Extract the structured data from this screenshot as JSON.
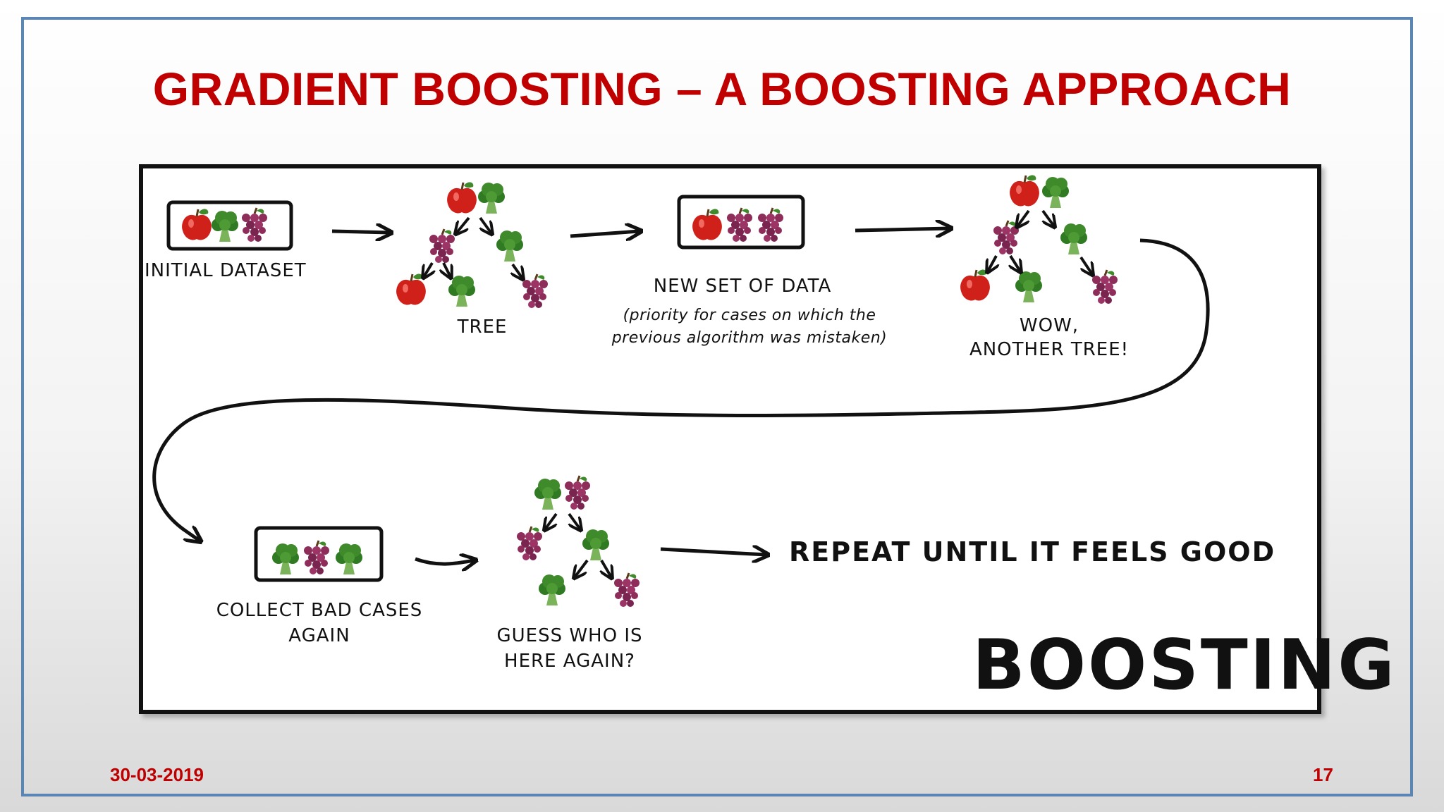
{
  "slide": {
    "title": "GRADIENT BOOSTING – A BOOSTING APPROACH",
    "date": "30-03-2019",
    "page_number": "17"
  },
  "diagram": {
    "labels": {
      "initial_dataset": "INITIAL DATASET",
      "tree": "TREE",
      "new_set_of_data": "NEW SET OF DATA",
      "priority_note_line1": "(priority for cases on which the",
      "priority_note_line2": "previous algorithm was mistaken)",
      "wow_line1": "WOW,",
      "wow_line2": "ANOTHER TREE!",
      "collect_line1": "COLLECT BAD CASES",
      "collect_line2": "AGAIN",
      "guess_line1": "GUESS WHO IS",
      "guess_line2": "HERE AGAIN?",
      "repeat": "REPEAT UNTIL IT FEELS GOOD",
      "boosting": "BOOSTING"
    },
    "icons": {
      "apple": "apple-icon",
      "broccoli": "broccoli-icon",
      "grapes": "grapes-icon"
    },
    "colors": {
      "title": "#c00000",
      "frame": "#5b86b3",
      "apple": "#d0201a",
      "broccoli": "#3f8a2a",
      "grapes": "#8e2d5a"
    }
  }
}
